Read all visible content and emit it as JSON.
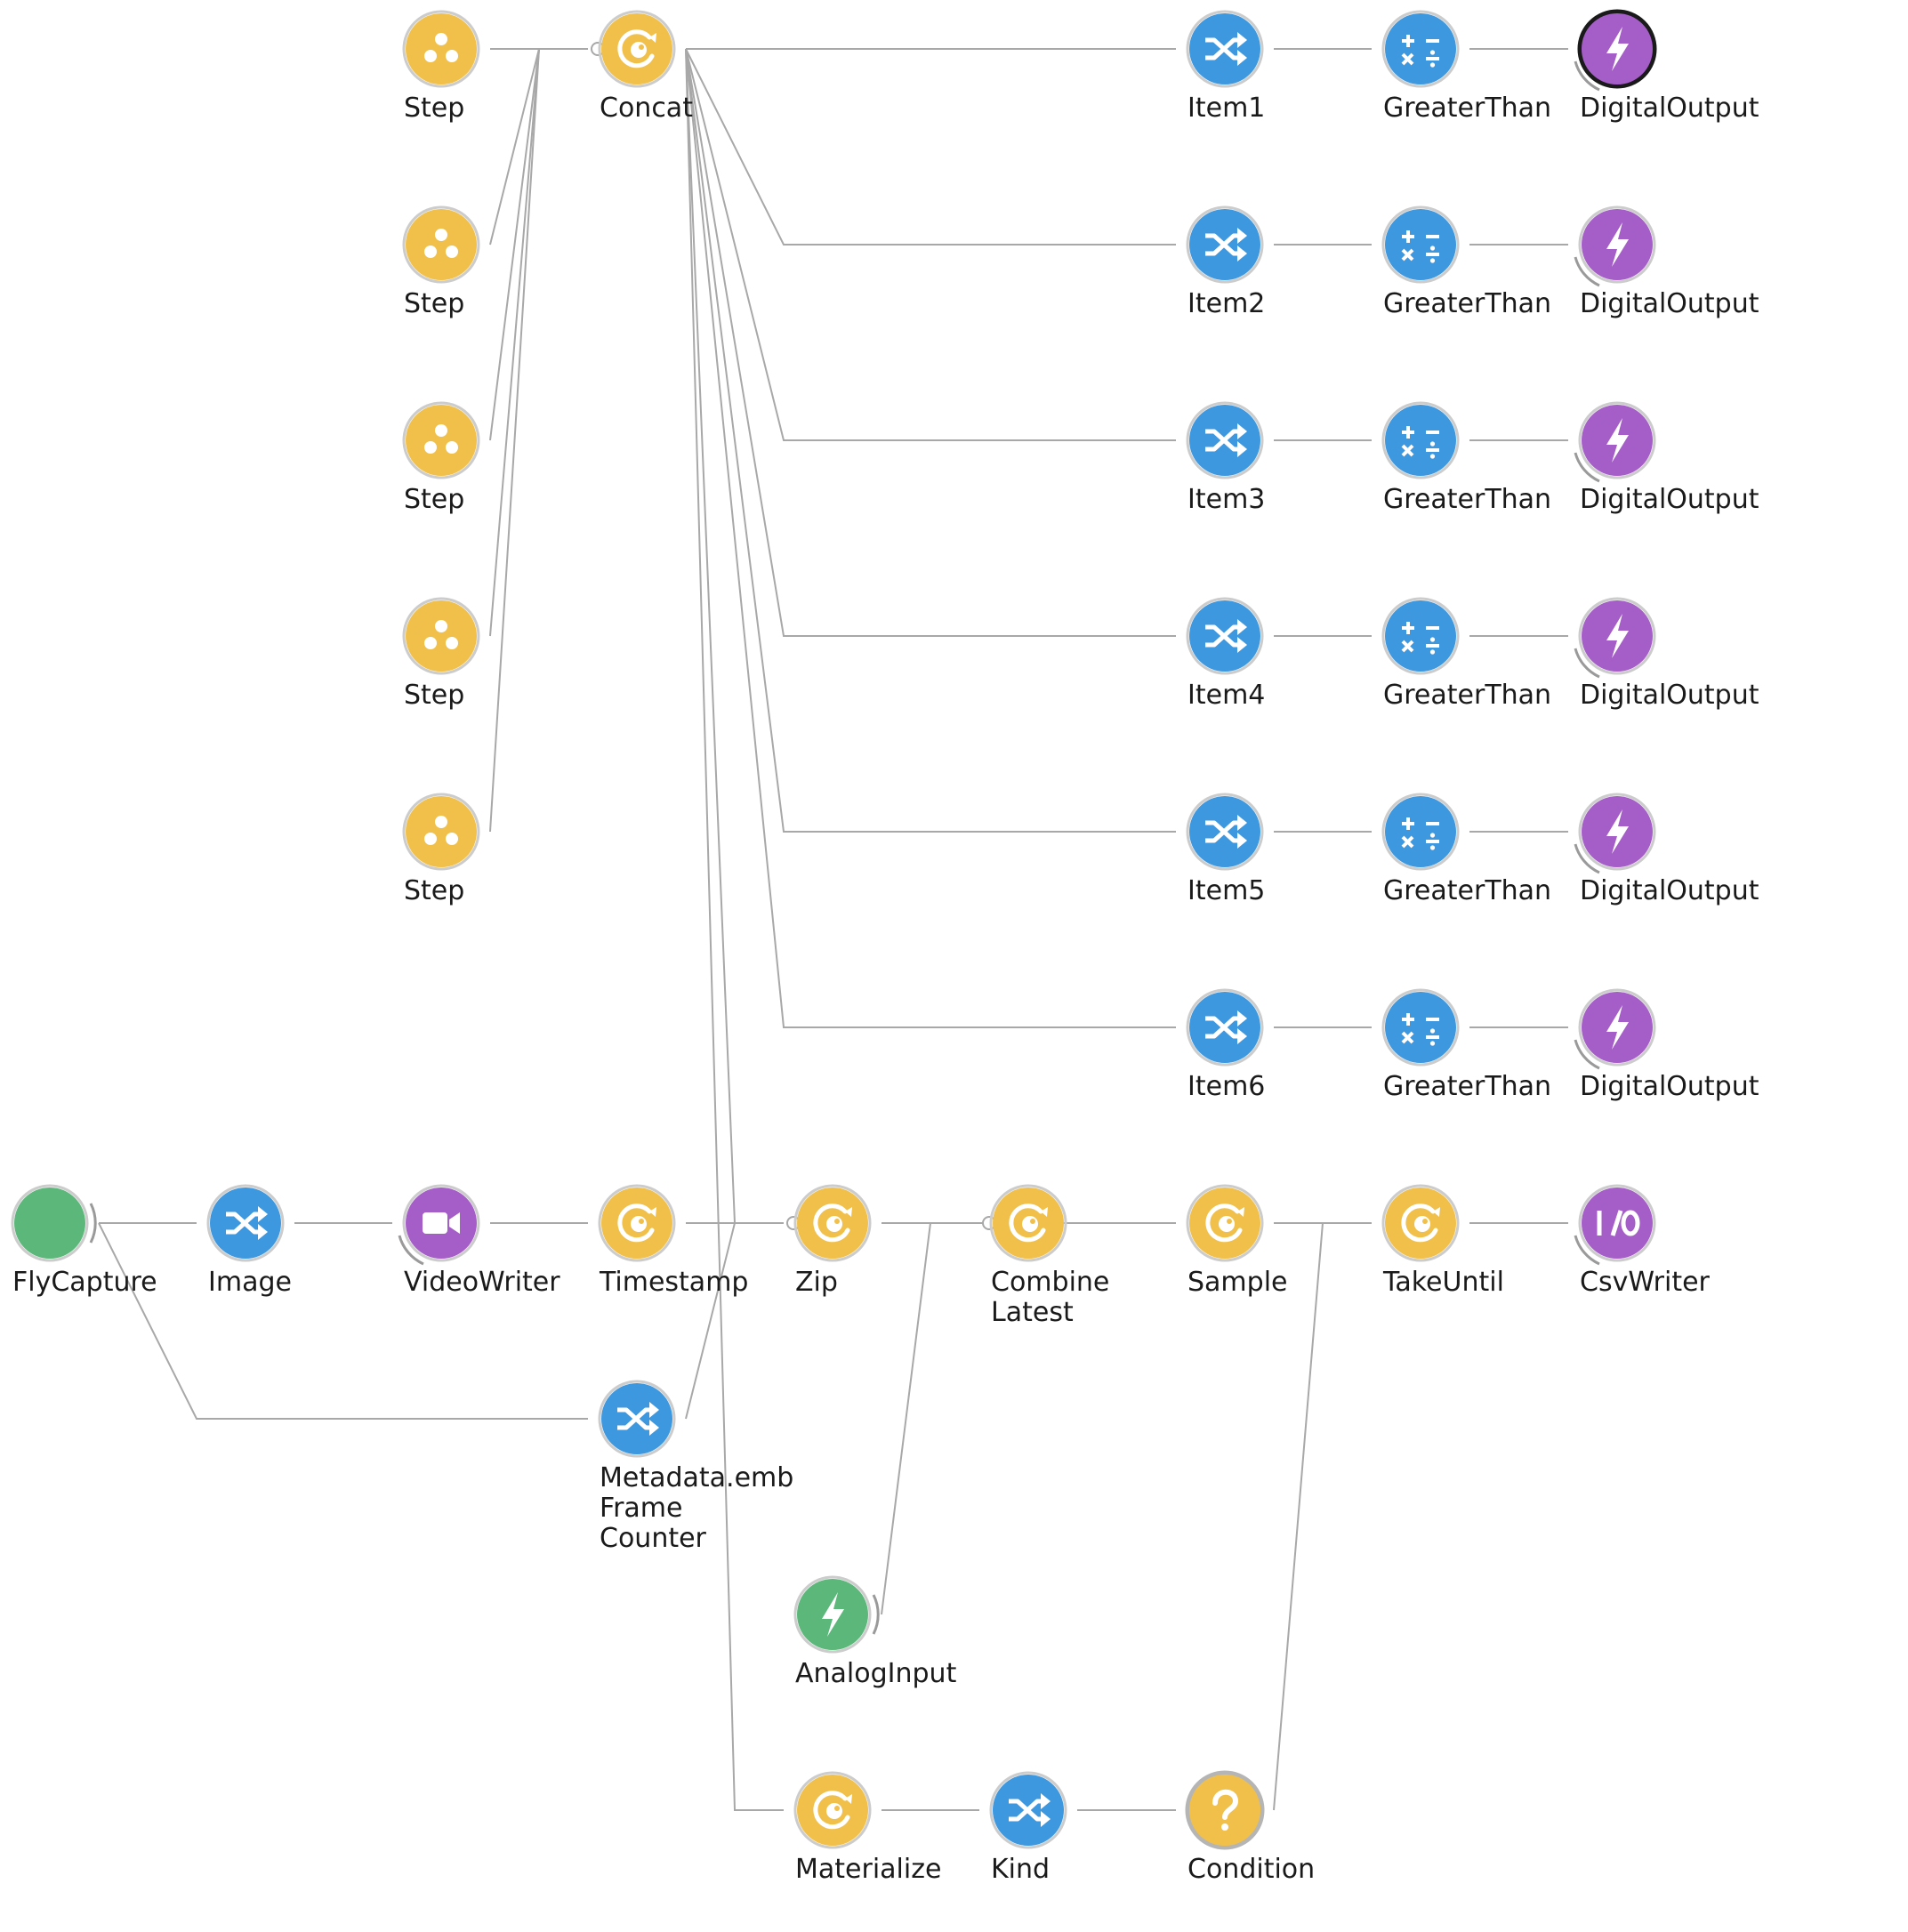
{
  "colors": {
    "yellow": "#f0c04a",
    "blue": "#3d98e0",
    "purple": "#a55ec8",
    "green": "#5cb87a",
    "icon": "#ffffff",
    "edge": "#a8a8a8",
    "ring": "#cccccc",
    "selected_ring": "#1a1a1a"
  },
  "nodes": [
    {
      "id": "step1",
      "name": "step-node",
      "label": [
        "Step"
      ],
      "icon": "step-icon",
      "color": "yellow"
    },
    {
      "id": "step2",
      "name": "step-node",
      "label": [
        "Step"
      ],
      "icon": "step-icon",
      "color": "yellow"
    },
    {
      "id": "step3",
      "name": "step-node",
      "label": [
        "Step"
      ],
      "icon": "step-icon",
      "color": "yellow"
    },
    {
      "id": "step4",
      "name": "step-node",
      "label": [
        "Step"
      ],
      "icon": "step-icon",
      "color": "yellow"
    },
    {
      "id": "step5",
      "name": "step-node",
      "label": [
        "Step"
      ],
      "icon": "step-icon",
      "color": "yellow"
    },
    {
      "id": "concat",
      "name": "concat-node",
      "label": [
        "Concat"
      ],
      "icon": "rx-combinator-icon",
      "color": "yellow"
    },
    {
      "id": "item1",
      "name": "item1-node",
      "label": [
        "Item1"
      ],
      "icon": "shuffle-icon",
      "color": "blue"
    },
    {
      "id": "item2",
      "name": "item2-node",
      "label": [
        "Item2"
      ],
      "icon": "shuffle-icon",
      "color": "blue"
    },
    {
      "id": "item3",
      "name": "item3-node",
      "label": [
        "Item3"
      ],
      "icon": "shuffle-icon",
      "color": "blue"
    },
    {
      "id": "item4",
      "name": "item4-node",
      "label": [
        "Item4"
      ],
      "icon": "shuffle-icon",
      "color": "blue"
    },
    {
      "id": "item5",
      "name": "item5-node",
      "label": [
        "Item5"
      ],
      "icon": "shuffle-icon",
      "color": "blue"
    },
    {
      "id": "item6",
      "name": "item6-node",
      "label": [
        "Item6"
      ],
      "icon": "shuffle-icon",
      "color": "blue"
    },
    {
      "id": "gt1",
      "name": "greaterthan-node",
      "label": [
        "GreaterThan"
      ],
      "icon": "math-operators-icon",
      "color": "blue"
    },
    {
      "id": "gt2",
      "name": "greaterthan-node",
      "label": [
        "GreaterThan"
      ],
      "icon": "math-operators-icon",
      "color": "blue"
    },
    {
      "id": "gt3",
      "name": "greaterthan-node",
      "label": [
        "GreaterThan"
      ],
      "icon": "math-operators-icon",
      "color": "blue"
    },
    {
      "id": "gt4",
      "name": "greaterthan-node",
      "label": [
        "GreaterThan"
      ],
      "icon": "math-operators-icon",
      "color": "blue"
    },
    {
      "id": "gt5",
      "name": "greaterthan-node",
      "label": [
        "GreaterThan"
      ],
      "icon": "math-operators-icon",
      "color": "blue"
    },
    {
      "id": "gt6",
      "name": "greaterthan-node",
      "label": [
        "GreaterThan"
      ],
      "icon": "math-operators-icon",
      "color": "blue"
    },
    {
      "id": "do1",
      "name": "digitaloutput-node",
      "label": [
        "DigitalOutput"
      ],
      "icon": "lightning-icon",
      "color": "purple",
      "selected": true,
      "sink": true
    },
    {
      "id": "do2",
      "name": "digitaloutput-node",
      "label": [
        "DigitalOutput"
      ],
      "icon": "lightning-icon",
      "color": "purple",
      "sink": true
    },
    {
      "id": "do3",
      "name": "digitaloutput-node",
      "label": [
        "DigitalOutput"
      ],
      "icon": "lightning-icon",
      "color": "purple",
      "sink": true
    },
    {
      "id": "do4",
      "name": "digitaloutput-node",
      "label": [
        "DigitalOutput"
      ],
      "icon": "lightning-icon",
      "color": "purple",
      "sink": true
    },
    {
      "id": "do5",
      "name": "digitaloutput-node",
      "label": [
        "DigitalOutput"
      ],
      "icon": "lightning-icon",
      "color": "purple",
      "sink": true
    },
    {
      "id": "do6",
      "name": "digitaloutput-node",
      "label": [
        "DigitalOutput"
      ],
      "icon": "lightning-icon",
      "color": "purple",
      "sink": true
    },
    {
      "id": "flycapture",
      "name": "flycapture-node",
      "label": [
        "FlyCapture"
      ],
      "icon": "",
      "color": "green",
      "source": true
    },
    {
      "id": "image",
      "name": "image-node",
      "label": [
        "Image"
      ],
      "icon": "shuffle-icon",
      "color": "blue"
    },
    {
      "id": "videowriter",
      "name": "videowriter-node",
      "label": [
        "VideoWriter"
      ],
      "icon": "video-camera-icon",
      "color": "purple",
      "sink": true
    },
    {
      "id": "timestamp",
      "name": "timestamp-node",
      "label": [
        "Timestamp"
      ],
      "icon": "rx-combinator-icon",
      "color": "yellow"
    },
    {
      "id": "zip",
      "name": "zip-node",
      "label": [
        "Zip"
      ],
      "icon": "rx-combinator-icon",
      "color": "yellow"
    },
    {
      "id": "combinelatest",
      "name": "combinelatest-node",
      "label": [
        "Combine",
        "Latest"
      ],
      "icon": "rx-combinator-icon",
      "color": "yellow"
    },
    {
      "id": "sample",
      "name": "sample-node",
      "label": [
        "Sample"
      ],
      "icon": "rx-combinator-icon",
      "color": "yellow"
    },
    {
      "id": "takeuntil",
      "name": "takeuntil-node",
      "label": [
        "TakeUntil"
      ],
      "icon": "rx-combinator-icon",
      "color": "yellow"
    },
    {
      "id": "csvwriter",
      "name": "csvwriter-node",
      "label": [
        "CsvWriter"
      ],
      "icon": "io-icon",
      "color": "purple",
      "sink": true
    },
    {
      "id": "metadata",
      "name": "metadata-node",
      "label": [
        "Metadata.emb",
        "Frame",
        "Counter"
      ],
      "icon": "shuffle-icon",
      "color": "blue"
    },
    {
      "id": "analoginput",
      "name": "analoginput-node",
      "label": [
        "AnalogInput"
      ],
      "icon": "lightning-icon",
      "color": "green",
      "source": true
    },
    {
      "id": "materialize",
      "name": "materialize-node",
      "label": [
        "Materialize"
      ],
      "icon": "rx-combinator-icon",
      "color": "yellow"
    },
    {
      "id": "kind",
      "name": "kind-node",
      "label": [
        "Kind"
      ],
      "icon": "shuffle-icon",
      "color": "blue"
    },
    {
      "id": "condition",
      "name": "condition-node",
      "label": [
        "Condition"
      ],
      "icon": "question-icon",
      "color": "yellow",
      "grey_ring": true
    }
  ],
  "edges": [
    [
      "step1",
      "concat"
    ],
    [
      "step2",
      "concat"
    ],
    [
      "step3",
      "concat"
    ],
    [
      "step4",
      "concat"
    ],
    [
      "step5",
      "concat"
    ],
    [
      "concat",
      "item1"
    ],
    [
      "concat",
      "item2"
    ],
    [
      "concat",
      "item3"
    ],
    [
      "concat",
      "item4"
    ],
    [
      "concat",
      "item5"
    ],
    [
      "concat",
      "item6"
    ],
    [
      "concat",
      "zip"
    ],
    [
      "concat",
      "materialize"
    ],
    [
      "item1",
      "gt1"
    ],
    [
      "item2",
      "gt2"
    ],
    [
      "item3",
      "gt3"
    ],
    [
      "item4",
      "gt4"
    ],
    [
      "item5",
      "gt5"
    ],
    [
      "item6",
      "gt6"
    ],
    [
      "gt1",
      "do1"
    ],
    [
      "gt2",
      "do2"
    ],
    [
      "gt3",
      "do3"
    ],
    [
      "gt4",
      "do4"
    ],
    [
      "gt5",
      "do5"
    ],
    [
      "gt6",
      "do6"
    ],
    [
      "flycapture",
      "image"
    ],
    [
      "flycapture",
      "metadata"
    ],
    [
      "image",
      "videowriter"
    ],
    [
      "videowriter",
      "timestamp"
    ],
    [
      "timestamp",
      "zip"
    ],
    [
      "metadata",
      "zip"
    ],
    [
      "zip",
      "combinelatest"
    ],
    [
      "zip",
      "sample"
    ],
    [
      "analoginput",
      "combinelatest"
    ],
    [
      "combinelatest",
      "sample"
    ],
    [
      "sample",
      "takeuntil"
    ],
    [
      "takeuntil",
      "csvwriter"
    ],
    [
      "materialize",
      "kind"
    ],
    [
      "kind",
      "condition"
    ],
    [
      "condition",
      "takeuntil"
    ]
  ]
}
